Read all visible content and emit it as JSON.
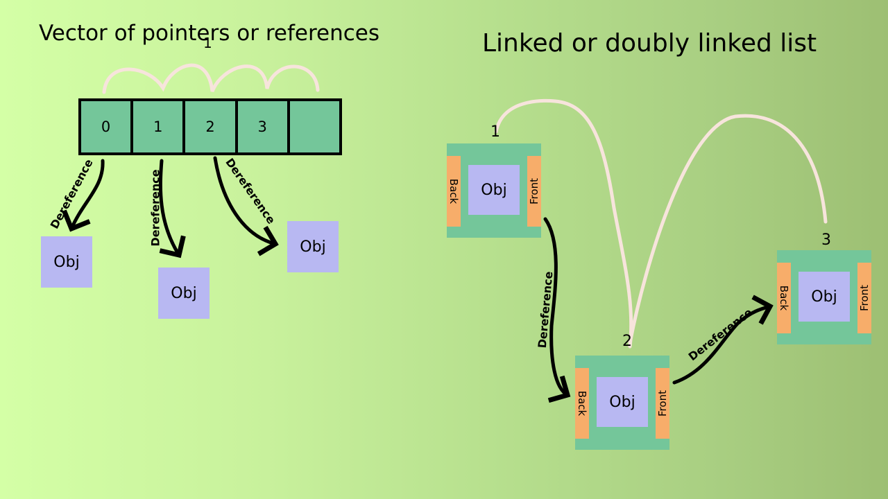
{
  "left": {
    "title": "Vector of pointers or references",
    "top_label": "1",
    "cells": [
      "0",
      "1",
      "2",
      "3",
      ""
    ],
    "objects": [
      "Obj",
      "Obj",
      "Obj"
    ],
    "arrows": [
      "Dereference",
      "Dereference",
      "Dereference"
    ]
  },
  "right": {
    "title": "Linked or doubly linked list",
    "nodes": [
      {
        "number": "1",
        "back": "Back",
        "obj": "Obj",
        "front": "Front"
      },
      {
        "number": "2",
        "back": "Back",
        "obj": "Obj",
        "front": "Front"
      },
      {
        "number": "3",
        "back": "Back",
        "obj": "Obj",
        "front": "Front"
      }
    ],
    "arrows": [
      "Dereference",
      "Dereference"
    ]
  },
  "colors": {
    "cell": "#74c69a",
    "object": "#b8b8f2",
    "slot": "#f7ad6a",
    "memory_curve": "#f7e4dc"
  }
}
